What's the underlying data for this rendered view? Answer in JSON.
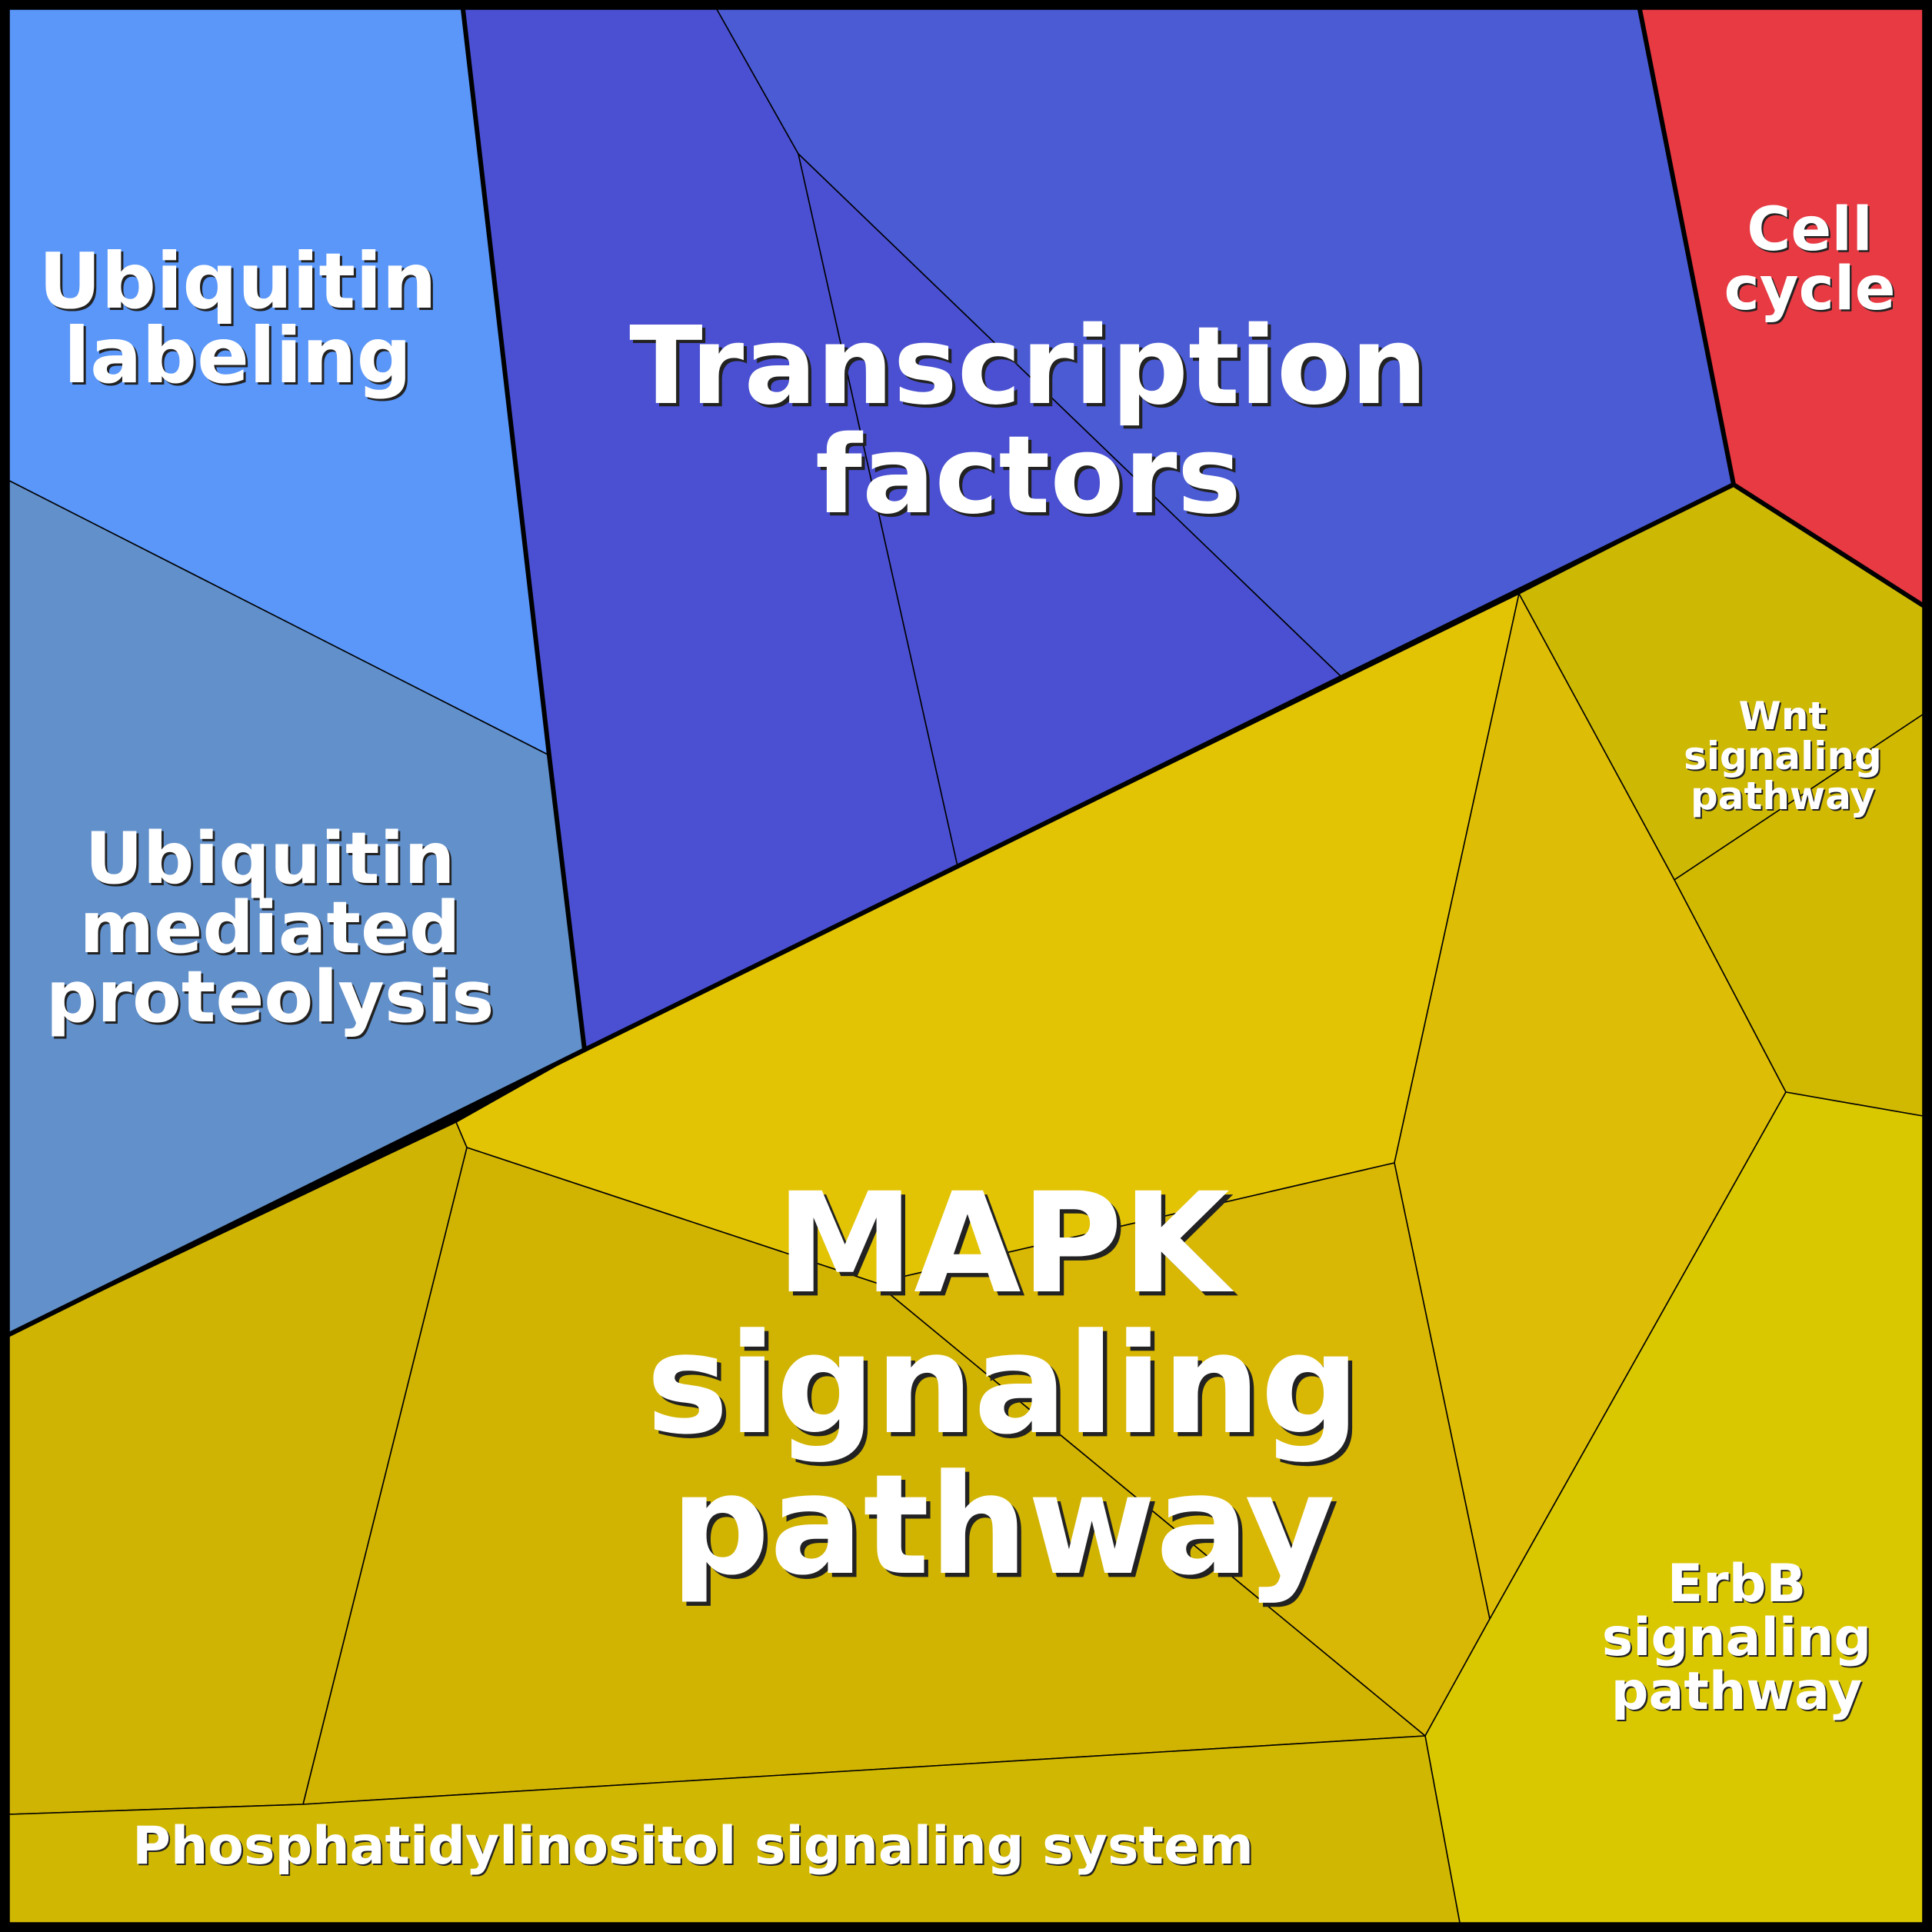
{
  "title": "Voronoi treemap of pathway categories",
  "groups": [
    {
      "id": "ubiquitin",
      "color": "#5A97F9"
    },
    {
      "id": "transcription",
      "color": "#4A50D1"
    },
    {
      "id": "cell-cycle",
      "color": "#E73A43"
    },
    {
      "id": "signaling",
      "color": "#D9C700"
    }
  ],
  "cells": [
    {
      "id": "ubiquitin-labeling",
      "group": "ubiquitin",
      "color": "#5A97F9"
    },
    {
      "id": "ubiquitin-mediated-proteolysis",
      "group": "ubiquitin",
      "color": "#6190CB"
    },
    {
      "id": "transcription-left",
      "group": "transcription",
      "color": "#4A50D1"
    },
    {
      "id": "transcription-right",
      "group": "transcription",
      "color": "#4A5BD4"
    },
    {
      "id": "transcription-middle",
      "group": "transcription",
      "color": "#4A50D1"
    },
    {
      "id": "cell-cycle",
      "group": "cell-cycle",
      "color": "#E73A43"
    },
    {
      "id": "wnt-upper",
      "group": "signaling",
      "color": "#CDB804"
    },
    {
      "id": "wnt-lower",
      "group": "signaling",
      "color": "#D1B902"
    },
    {
      "id": "mapk-upper",
      "group": "signaling",
      "color": "#E2C405"
    },
    {
      "id": "mapk-right",
      "group": "signaling",
      "color": "#DDBD05"
    },
    {
      "id": "mapk-center",
      "group": "signaling",
      "color": "#D8B705"
    },
    {
      "id": "mapk-lower-left",
      "group": "signaling",
      "color": "#D1B402"
    },
    {
      "id": "signaling-bottom-left",
      "group": "signaling",
      "color": "#CFB404"
    },
    {
      "id": "erbb",
      "group": "signaling",
      "color": "#D9C700"
    },
    {
      "id": "phosphatidylinositol",
      "group": "signaling",
      "color": "#D0B701"
    }
  ],
  "labels": {
    "ubiquitin_labeling": [
      "Ubiquitin",
      "labeling"
    ],
    "ubiquitin_mediated": [
      "Ubiquitin",
      "mediated",
      "proteolysis"
    ],
    "transcription": [
      "Transcription",
      "factors"
    ],
    "cell_cycle": [
      "Cell",
      "cycle"
    ],
    "wnt": [
      "Wnt",
      "signaling",
      "pathway"
    ],
    "mapk": [
      "MAPK",
      "signaling",
      "pathway"
    ],
    "erbb": [
      "ErbB",
      "signaling",
      "pathway"
    ],
    "phosphatidylinositol": [
      "Phosphatidylinositol signaling system"
    ]
  },
  "border_color": "#000000",
  "label_color": "#FFFFFF"
}
